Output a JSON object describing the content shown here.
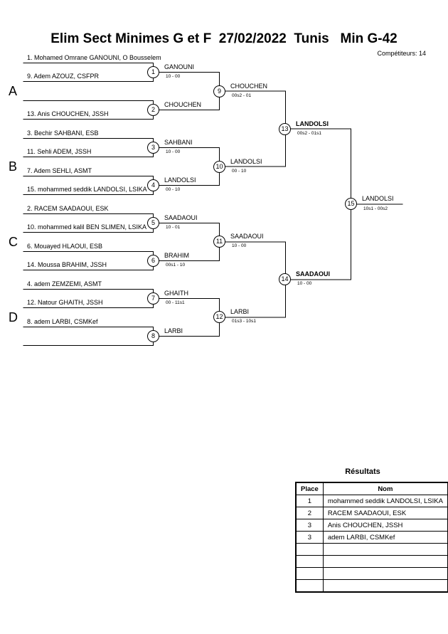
{
  "title": "Elim Sect Minimes G et F  27/02/2022  Tunis   Min G-42",
  "competitors": "Compétiteurs: 14",
  "pools": [
    "A",
    "B",
    "C",
    "D"
  ],
  "entries": [
    "1. Mohamed Omrane GANOUNI, O Bousselem",
    "9. Adem AZOUZ, CSFPR",
    "13. Anis CHOUCHEN, JSSH",
    "3. Bechir SAHBANI, ESB",
    "11. Sehli ADEM, JSSH",
    "7. Adem SEHLI, ASMT",
    "15. mohammed seddik LANDOLSI, LSIKA",
    "2. RACEM SAADAOUI, ESK",
    "10. mohammed kalil BEN SLIMEN, LSIKA",
    "6. Mouayed HLAOUI, ESB",
    "14. Moussa BRAHIM, JSSH",
    "4. adem ZEMZEMI, ASMT",
    "12. Natour GHAITH, JSSH",
    "8. adem LARBI, CSMKef"
  ],
  "matches": [
    {
      "num": "1",
      "winner": "GANOUNI",
      "score": "10 - 00"
    },
    {
      "num": "2",
      "winner": "CHOUCHEN",
      "score": ""
    },
    {
      "num": "3",
      "winner": "SAHBANI",
      "score": "10 - 00"
    },
    {
      "num": "4",
      "winner": "LANDOLSI",
      "score": "00 - 10"
    },
    {
      "num": "5",
      "winner": "SAADAOUI",
      "score": "10 - 01"
    },
    {
      "num": "6",
      "winner": "BRAHIM",
      "score": "00s1 - 10"
    },
    {
      "num": "7",
      "winner": "GHAITH",
      "score": "00 - 11s1"
    },
    {
      "num": "8",
      "winner": "LARBI",
      "score": ""
    },
    {
      "num": "9",
      "winner": "CHOUCHEN",
      "score": "00s2 - 01"
    },
    {
      "num": "10",
      "winner": "LANDOLSI",
      "score": "00 - 10"
    },
    {
      "num": "11",
      "winner": "SAADAOUI",
      "score": "10 - 00"
    },
    {
      "num": "12",
      "winner": "LARBI",
      "score": "01s3 - 10s1"
    },
    {
      "num": "13",
      "winner": "LANDOLSI",
      "score": "00s2 - 01s1"
    },
    {
      "num": "14",
      "winner": "SAADAOUI",
      "score": "10 - 00"
    },
    {
      "num": "15",
      "winner": "LANDOLSI",
      "score": "10s1 - 00s2"
    }
  ],
  "results": {
    "title": "Résultats",
    "header_place": "Place",
    "header_name": "Nom",
    "rows": [
      {
        "place": "1",
        "name": "mohammed seddik LANDOLSI, LSIKA"
      },
      {
        "place": "2",
        "name": "RACEM SAADAOUI, ESK"
      },
      {
        "place": "3",
        "name": "Anis CHOUCHEN, JSSH"
      },
      {
        "place": "3",
        "name": "adem LARBI, CSMKef"
      },
      {
        "place": "",
        "name": ""
      },
      {
        "place": "",
        "name": ""
      },
      {
        "place": "",
        "name": ""
      },
      {
        "place": "",
        "name": ""
      }
    ]
  }
}
